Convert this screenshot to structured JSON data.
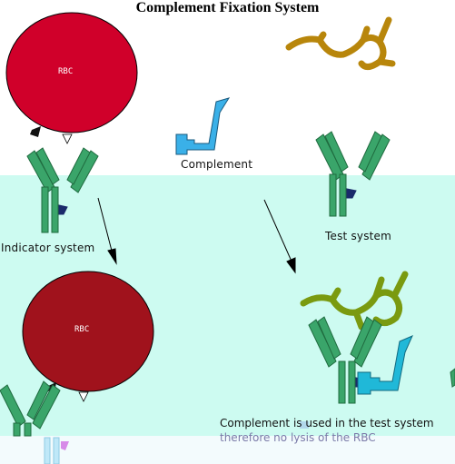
{
  "title": "Complement Fixation System",
  "labels": {
    "complement": "Complement",
    "indicator_system": "Indicator system",
    "test_system": "Test system",
    "rbc_top": "RBC",
    "rbc_bottom": "RBC"
  },
  "caption": {
    "line1": "Complement is used in the test system",
    "line2": "therefore no lysis of the RBC"
  },
  "colors": {
    "rbc_top": "#d0002a",
    "rbc_bottom": "#a0121c",
    "antibody": "#3aa56a",
    "complement": "#3ab0e8",
    "antigen_top": "#b8860b",
    "antigen_bottom": "#7a9a10",
    "indicator_band": "#cdfbf1"
  }
}
